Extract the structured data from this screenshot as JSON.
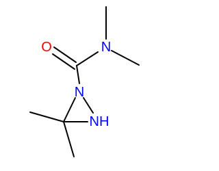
{
  "molecule": {
    "atoms": {
      "oxygen": {
        "label": "O",
        "color": "#ff0000"
      },
      "nitrogen_amide": {
        "label": "N",
        "color": "#0000ff"
      },
      "nitrogen_ring": {
        "label": "N",
        "color": "#0000ff"
      },
      "nitrogen_h": {
        "label": "NH",
        "color": "#0000ff"
      }
    },
    "bond_color": "#000000"
  }
}
